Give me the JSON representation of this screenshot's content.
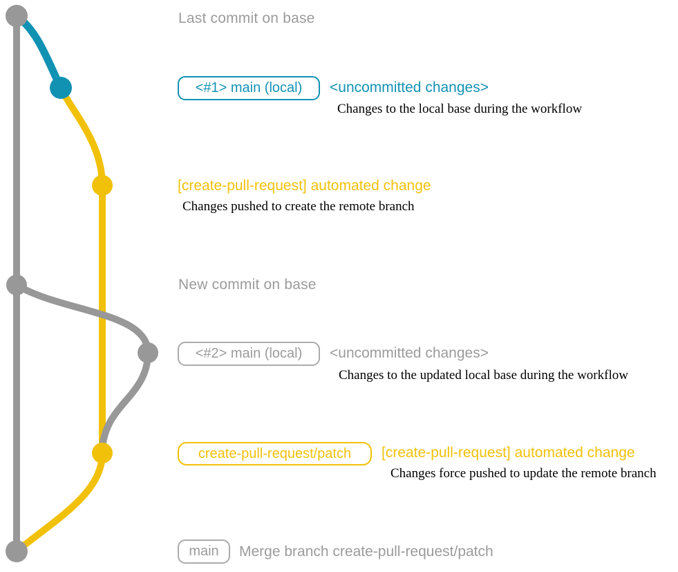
{
  "colors": {
    "gray": "#989898",
    "blue": "#1292b2",
    "yellow": "#f1c109",
    "text_gray": "#9b9b9b",
    "box_border_gray": "#ababab",
    "description_black": "#000000"
  },
  "rows": {
    "last_commit_label": "Last commit on base",
    "r1": {
      "branch_box": "<#1> main (local)",
      "message": "<uncommitted changes>",
      "description": "Changes to the local base during the workflow"
    },
    "r2": {
      "message": "[create-pull-request] automated change",
      "description": "Changes pushed to create the remote branch"
    },
    "new_commit_label": "New commit on base",
    "r3": {
      "branch_box": "<#2> main (local)",
      "message": "<uncommitted changes>",
      "description": "Changes to the updated local base during the workflow"
    },
    "r4": {
      "branch_box": "create-pull-request/patch",
      "message": "[create-pull-request] automated change",
      "description": "Changes force pushed to update the remote branch"
    },
    "r5": {
      "branch_box": "main",
      "message": "Merge branch create-pull-request/patch"
    }
  },
  "graph": {
    "commit_dots": [
      {
        "id": "last-commit-on-base",
        "branch": "base",
        "color_key": "gray"
      },
      {
        "id": "uncommitted-changes-1",
        "branch": "main-local",
        "color_key": "blue"
      },
      {
        "id": "automated-change-1",
        "branch": "create-pull-request-patch",
        "color_key": "yellow"
      },
      {
        "id": "new-commit-on-base",
        "branch": "base",
        "color_key": "gray"
      },
      {
        "id": "uncommitted-changes-2",
        "branch": "main-local",
        "color_key": "gray"
      },
      {
        "id": "automated-change-2",
        "branch": "create-pull-request-patch",
        "color_key": "yellow"
      },
      {
        "id": "merge-commit",
        "branch": "base",
        "color_key": "gray"
      }
    ]
  }
}
